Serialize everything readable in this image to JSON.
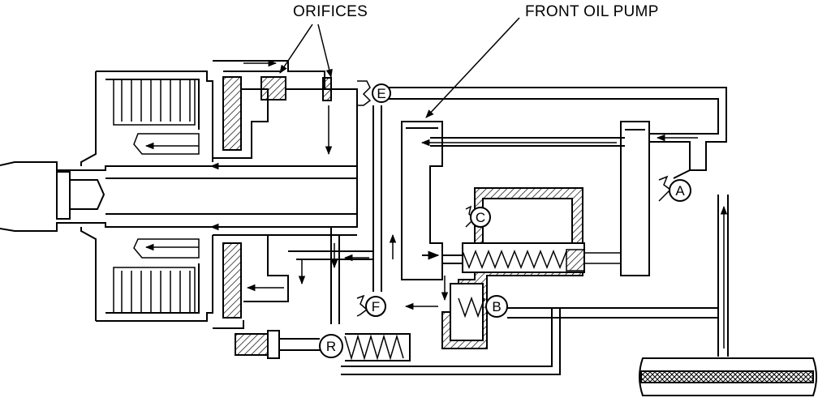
{
  "labels": {
    "orifices": "ORIFICES",
    "front_oil_pump": "FRONT OIL PUMP"
  },
  "valves": {
    "a": "A",
    "b": "B",
    "c": "C",
    "e": "E",
    "f": "F",
    "r": "R"
  },
  "colors": {
    "ink": "#000000",
    "background": "#ffffff",
    "hatch": "#000000"
  }
}
